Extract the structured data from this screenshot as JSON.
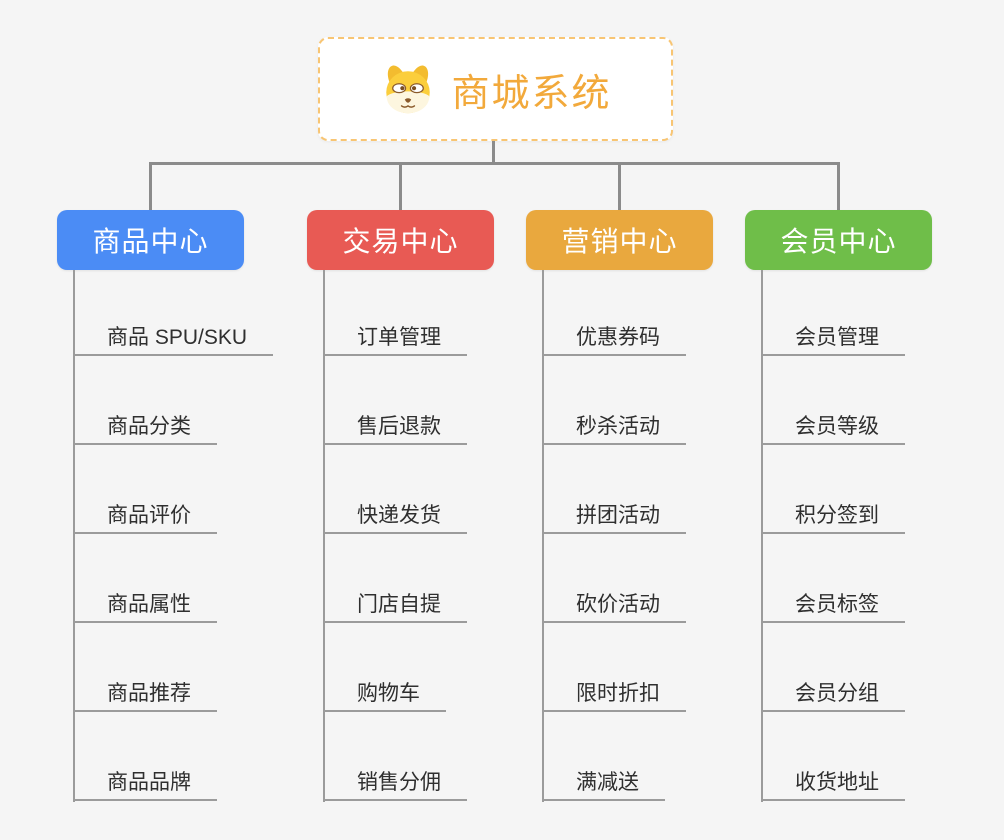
{
  "background_color": "#f5f5f5",
  "connector_color": "#8b8b8b",
  "root": {
    "label": "商城系统",
    "icon": "dog-face-icon",
    "text_color": "#f2a93b",
    "border_color": "#f8c573"
  },
  "branches": [
    {
      "label": "商品中心",
      "color": "#4b8cf5",
      "items": [
        "商品 SPU/SKU",
        "商品分类",
        "商品评价",
        "商品属性",
        "商品推荐",
        "商品品牌"
      ]
    },
    {
      "label": "交易中心",
      "color": "#e85a54",
      "items": [
        "订单管理",
        "售后退款",
        "快递发货",
        "门店自提",
        "购物车",
        "销售分佣"
      ]
    },
    {
      "label": "营销中心",
      "color": "#e9a83e",
      "items": [
        "优惠券码",
        "秒杀活动",
        "拼团活动",
        "砍价活动",
        "限时折扣",
        "满减送"
      ]
    },
    {
      "label": "会员中心",
      "color": "#6fbe49",
      "items": [
        "会员管理",
        "会员等级",
        "积分签到",
        "会员标签",
        "会员分组",
        "收货地址"
      ]
    }
  ]
}
